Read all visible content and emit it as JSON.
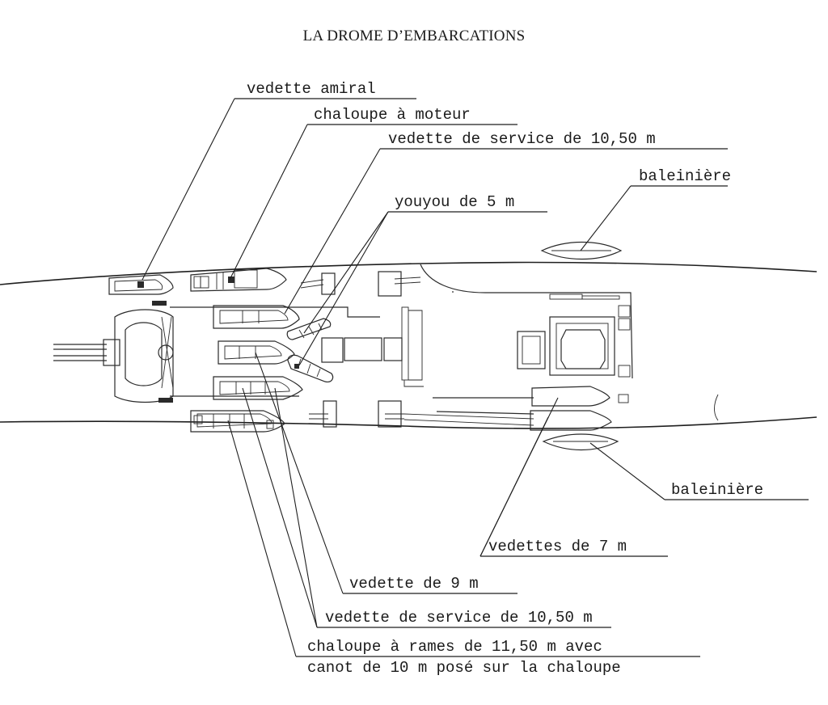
{
  "title": "LA DROME D’EMBARCATIONS",
  "labels": {
    "vedette_amiral": "vedette amiral",
    "chaloupe_moteur": "chaloupe à moteur",
    "vedette_service_top": "vedette de service de 10,50 m",
    "baleiniere_top": "baleinière",
    "youyou": "youyou de 5 m",
    "baleiniere_bottom": "baleinière",
    "vedettes_7m": "vedettes de 7 m",
    "vedette_9m": "vedette de 9 m",
    "vedette_service_bottom": "vedette de service de 10,50 m",
    "chaloupe_rames_line1": "chaloupe à rames de 11,50 m avec",
    "chaloupe_rames_line2": "canot de 10 m posé sur la chaloupe"
  }
}
